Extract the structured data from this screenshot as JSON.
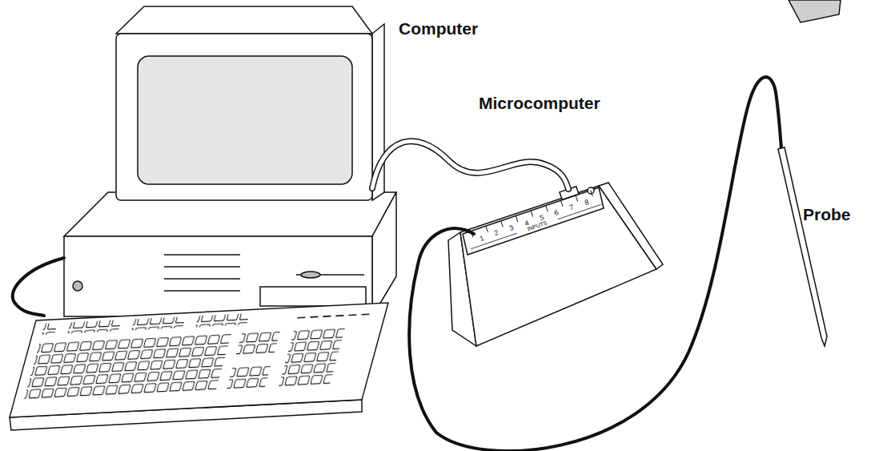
{
  "diagram": {
    "labels": [
      "Computer",
      "Microcomputer",
      "Probe",
      "1",
      "2",
      "3",
      "4",
      "5",
      "6",
      "7",
      "8",
      "INPUTS"
    ]
  }
}
